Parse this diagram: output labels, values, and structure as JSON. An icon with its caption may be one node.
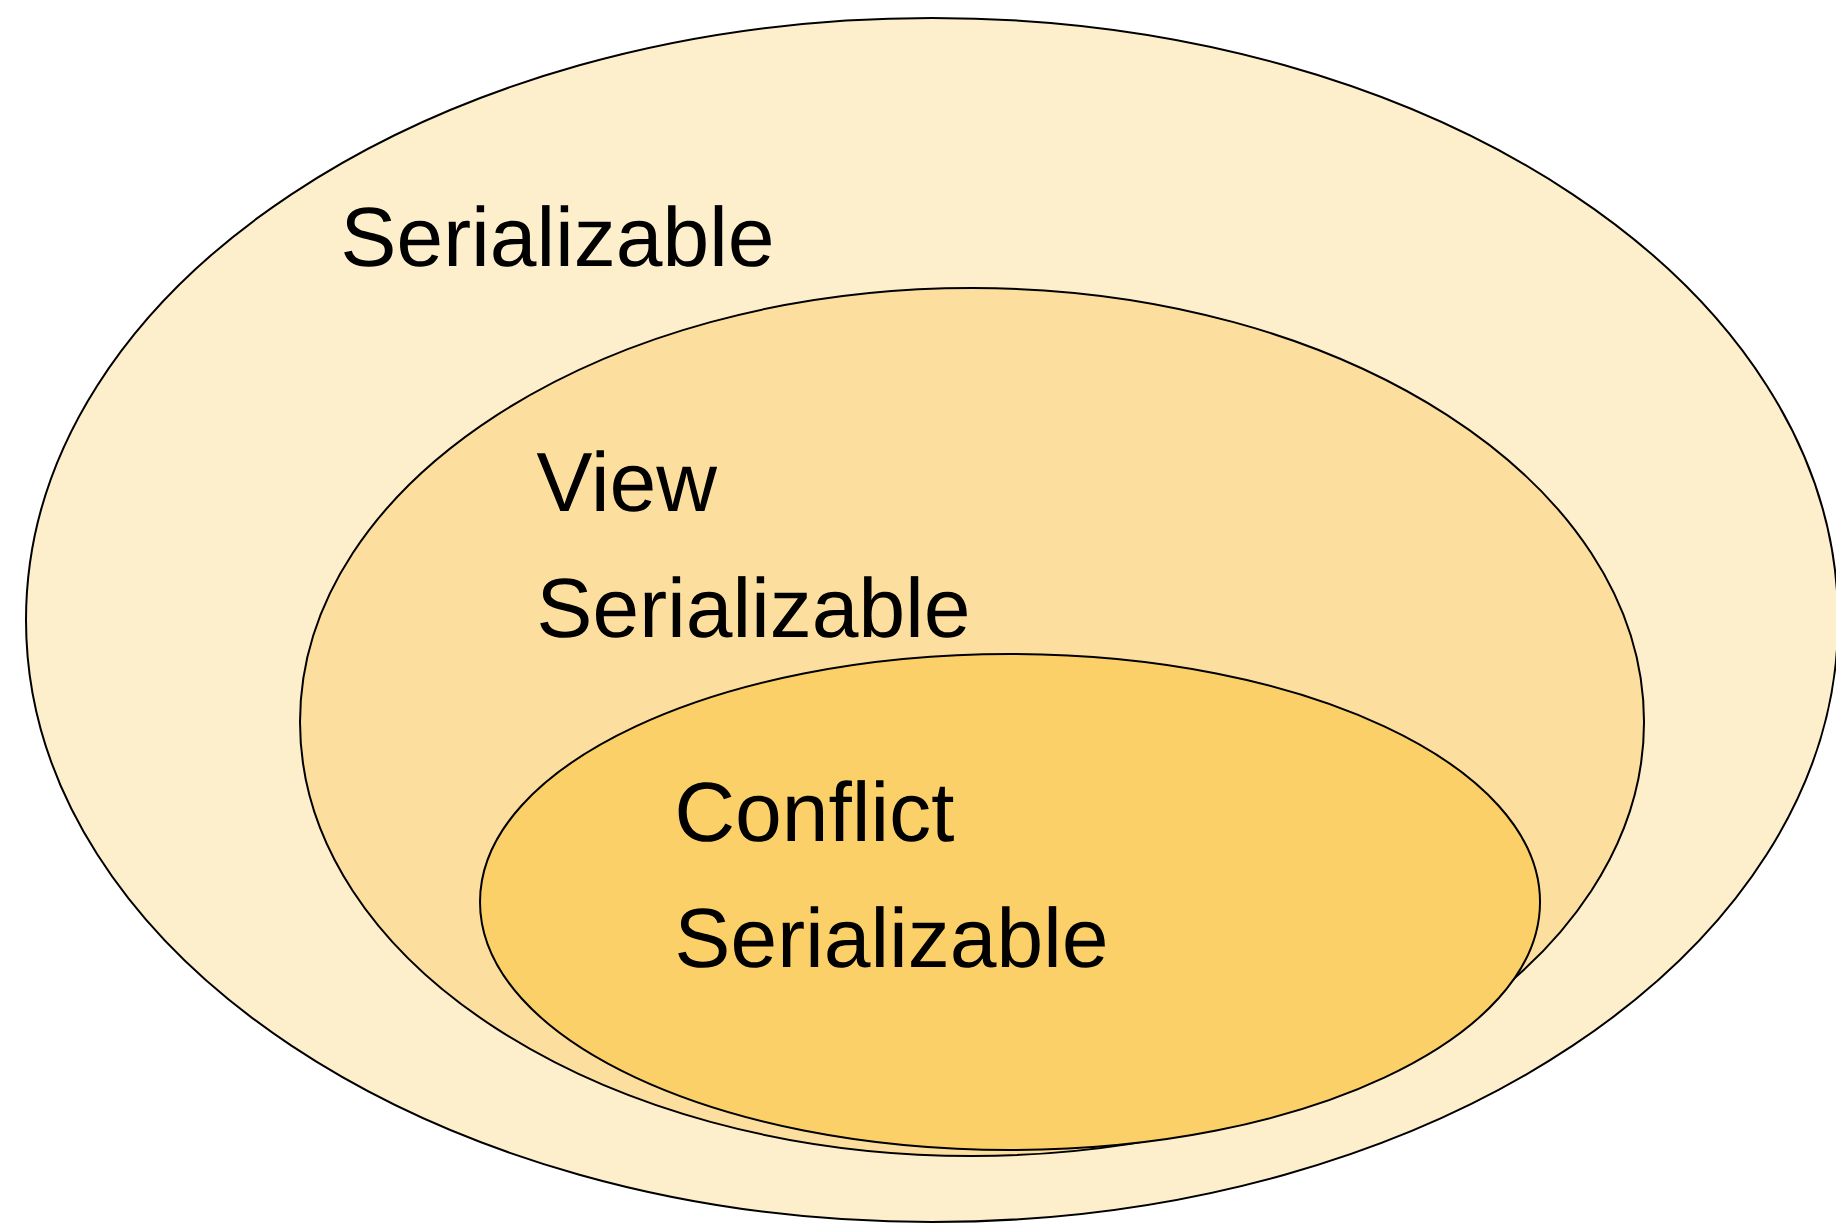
{
  "diagram": {
    "nodes": [
      {
        "text": [
          "Serializable"
        ]
      },
      {
        "text": [
          "View Serializable"
        ],
        "in": 0
      },
      {
        "text": [
          "Conflict Serializable"
        ],
        "in": 1
      }
    ]
  }
}
